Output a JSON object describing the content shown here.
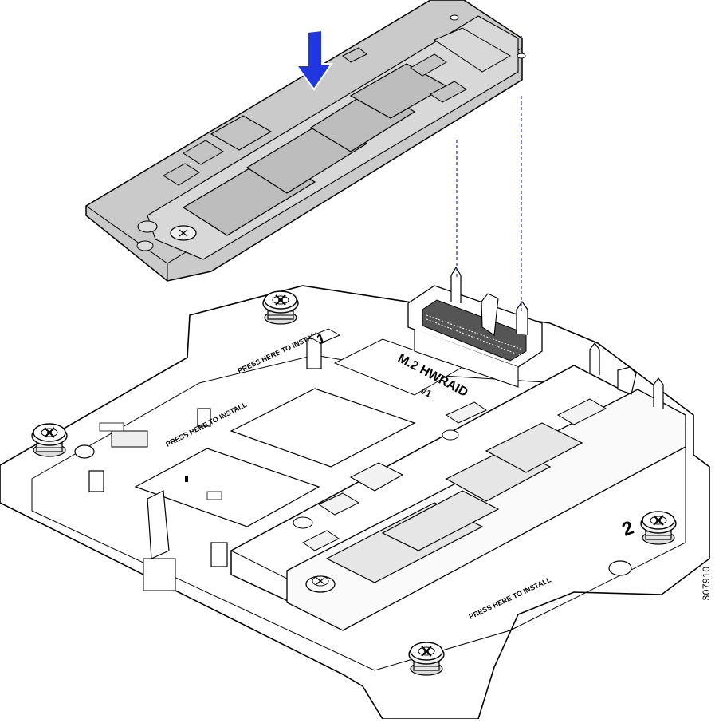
{
  "figure_id": "307910",
  "labels": {
    "slot_number": "1",
    "slot_number_2": "2",
    "controller_label": "M.2  HWRAID",
    "controller_sub": "#1",
    "press_here_top": "PRESS HERE TO INSTALL",
    "press_here_left": "PRESS HERE TO INSTALL",
    "press_here_bottom": "PRESS HERE TO INSTALL"
  },
  "colors": {
    "arrow": "#1f36e0",
    "guide_line": "#2233aa",
    "module_fill": "#c9c9c9",
    "carrier_fill": "#ffffff",
    "outline": "#000000"
  },
  "icons": {
    "install_arrow": "down-arrow-icon",
    "thumbscrew": "thumbscrew-icon"
  }
}
